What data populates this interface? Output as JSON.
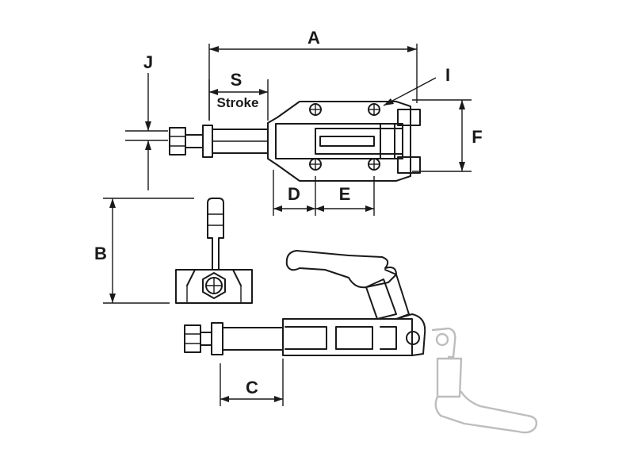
{
  "diagram": {
    "dimension_labels": {
      "A": "A",
      "B": "B",
      "C": "C",
      "D": "D",
      "E": "E",
      "F": "F",
      "I": "I",
      "J": "J",
      "S": "S",
      "stroke": "Stroke"
    }
  }
}
